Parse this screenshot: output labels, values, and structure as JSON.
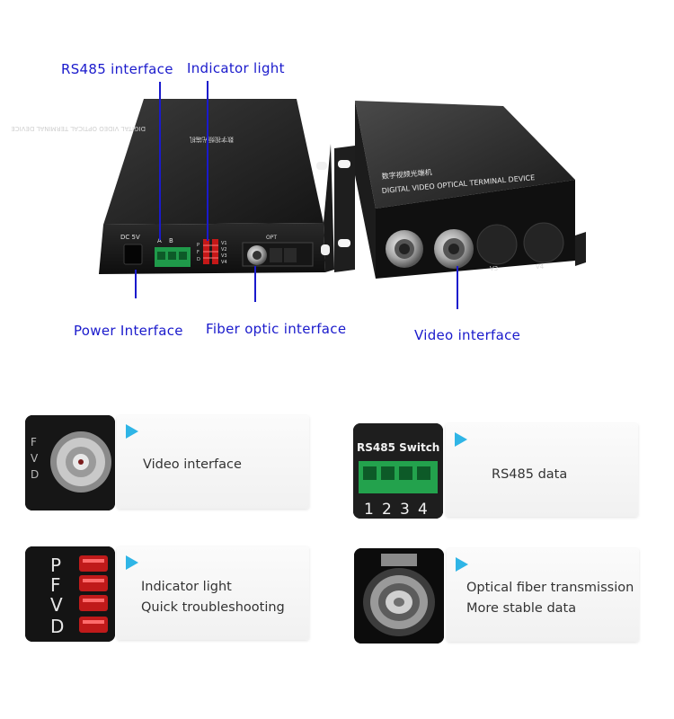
{
  "callouts": {
    "rs485": "RS485 interface",
    "indicator": "Indicator light",
    "power": "Power Interface",
    "fiber": "Fiber optic interface",
    "video": "Video interface"
  },
  "device": {
    "left_top_text_cn": "数字视频光端机",
    "left_top_text_en": "DIGITAL VIDEO OPTICAL TERMINAL DEVICE",
    "right_text_cn": "数字视频光端机",
    "right_text_en": "DIGITAL VIDEO OPTICAL TERMINAL DEVICE",
    "power_label": "DC  5V",
    "rs485_pin_a": "A",
    "rs485_pin_b": "B",
    "led_letters": [
      "P",
      "F",
      "D"
    ],
    "led_labels": [
      "V1",
      "V2",
      "V3",
      "V4"
    ],
    "opt_label": "OPT",
    "port_v3": "V3",
    "port_v4": "V4"
  },
  "features": [
    {
      "lines": [
        "Video interface"
      ],
      "thumb": "bnc-connector-closeup"
    },
    {
      "lines": [
        "RS485 data"
      ],
      "thumb": "rs485-terminal-closeup",
      "thumb_text": "RS485 Switch",
      "pins": [
        "1",
        "2",
        "3",
        "4"
      ]
    },
    {
      "lines": [
        "Indicator light",
        "Quick troubleshooting"
      ],
      "thumb": "indicator-leds-closeup",
      "leds": [
        "P",
        "F",
        "V",
        "D"
      ]
    },
    {
      "lines": [
        "Optical fiber transmission",
        "More stable data"
      ],
      "thumb": "fiber-port-closeup"
    }
  ],
  "colors": {
    "callout": "#1a1acc",
    "accent": "#2fb5e6"
  }
}
